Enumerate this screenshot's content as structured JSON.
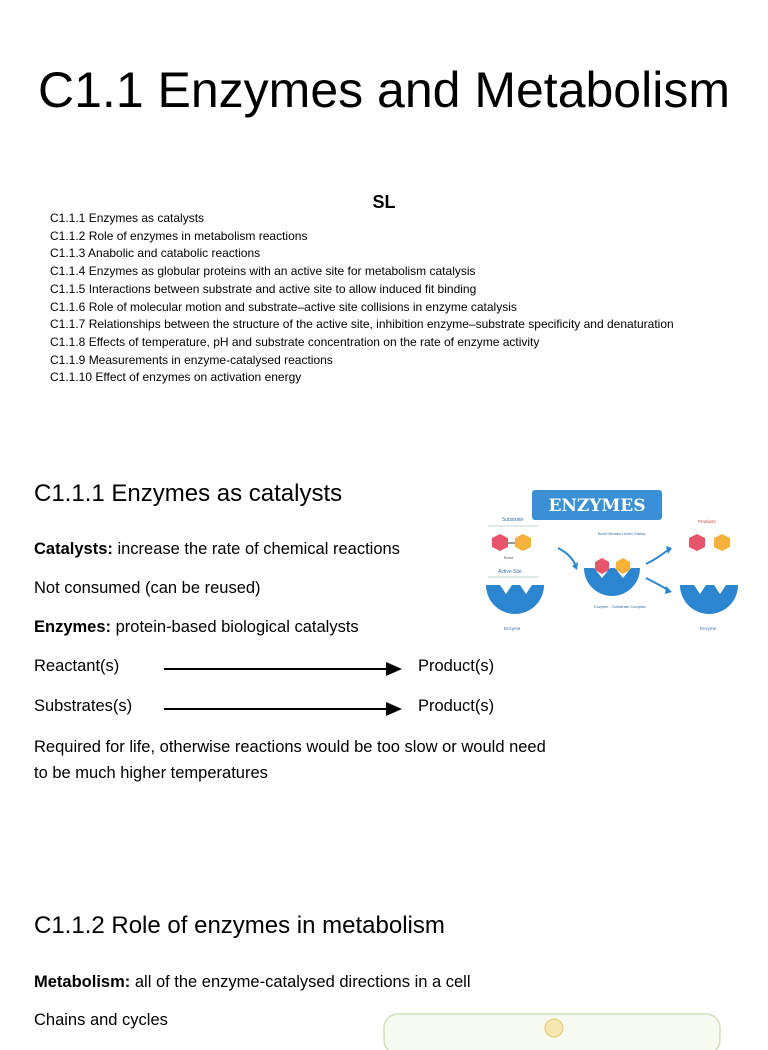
{
  "title": "C1.1 Enzymes and Metabolism",
  "level": "SL",
  "toc": [
    "C1.1.1 Enzymes as catalysts",
    "C1.1.2 Role of enzymes in metabolism reactions",
    "C1.1.3 Anabolic and catabolic reactions",
    "C1.1.4 Enzymes as globular proteins with an active site for metabolism catalysis",
    "C1.1.5 Interactions between substrate and active site to allow induced fit binding",
    "C1.1.6 Role of molecular motion and substrate–active site collisions in enzyme catalysis",
    "C1.1.7 Relationships between the structure of the active site, inhibition enzyme–substrate specificity and denaturation",
    "C1.1.8 Effects of temperature, pH and substrate concentration on the rate of enzyme activity",
    "C1.1.9 Measurements in enzyme-catalysed reactions",
    "C1.1.10 Effect of enzymes on activation energy"
  ],
  "section1": {
    "heading": "C1.1.1 Enzymes as catalysts",
    "catalysts_term": "Catalysts:",
    "catalysts_def": " increase the rate of chemical reactions",
    "not_consumed": "Not consumed (can be reused)",
    "enzymes_term": "Enzymes:",
    "enzymes_def": " protein-based biological catalysts",
    "row1_left": "Reactant(s)",
    "row1_right": "Product(s)",
    "row2_left": "Substrates(s)",
    "row2_right": "Product(s)",
    "required": "Required for life, otherwise reactions would be too slow or would need to be much higher temperatures"
  },
  "figure": {
    "banner": "ENZYMES",
    "substrate": "Substrate",
    "bond": "Bond",
    "active_site": "Active Site",
    "enzyme_left": "Enzyme",
    "bond_breaks": "Bond Breaks Under Stress",
    "complex": "Enzyme - Substrate Complex",
    "products": "Products",
    "enzyme_right": "Enzyme",
    "colors": {
      "banner": "#3b8fd4",
      "enzyme": "#2b86cf",
      "hex_red": "#e8546a",
      "hex_yellow": "#f4b23a"
    }
  },
  "section2": {
    "heading": "C1.1.2 Role of enzymes in metabolism",
    "metabolism_term": "Metabolism:",
    "metabolism_def": " all of the enzyme-catalysed directions in a cell",
    "chains": "Chains and cycles"
  }
}
